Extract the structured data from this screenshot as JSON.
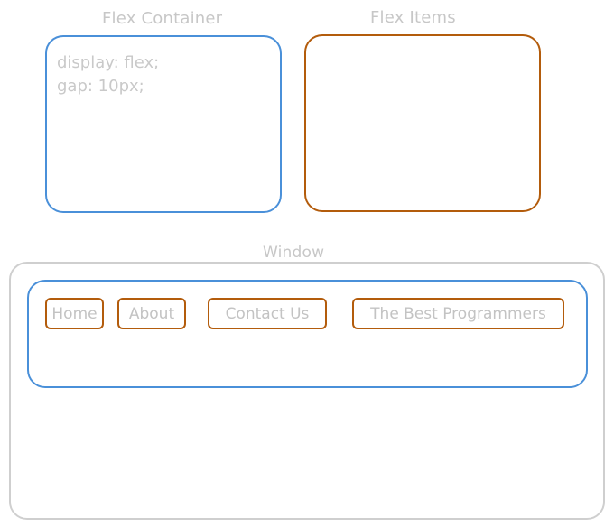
{
  "legend": {
    "container_label": "Flex Container",
    "container_code": [
      "display: flex;",
      "gap: 10px;"
    ],
    "items_label": "Flex Items"
  },
  "window": {
    "label": "Window",
    "nav_items": [
      "Home",
      "About",
      "Contact Us",
      "The Best Programmers"
    ]
  },
  "colors": {
    "container": "#4a90d9",
    "item": "#b35c0c",
    "window": "#cfcfcf",
    "text": "#c7c7c7"
  }
}
